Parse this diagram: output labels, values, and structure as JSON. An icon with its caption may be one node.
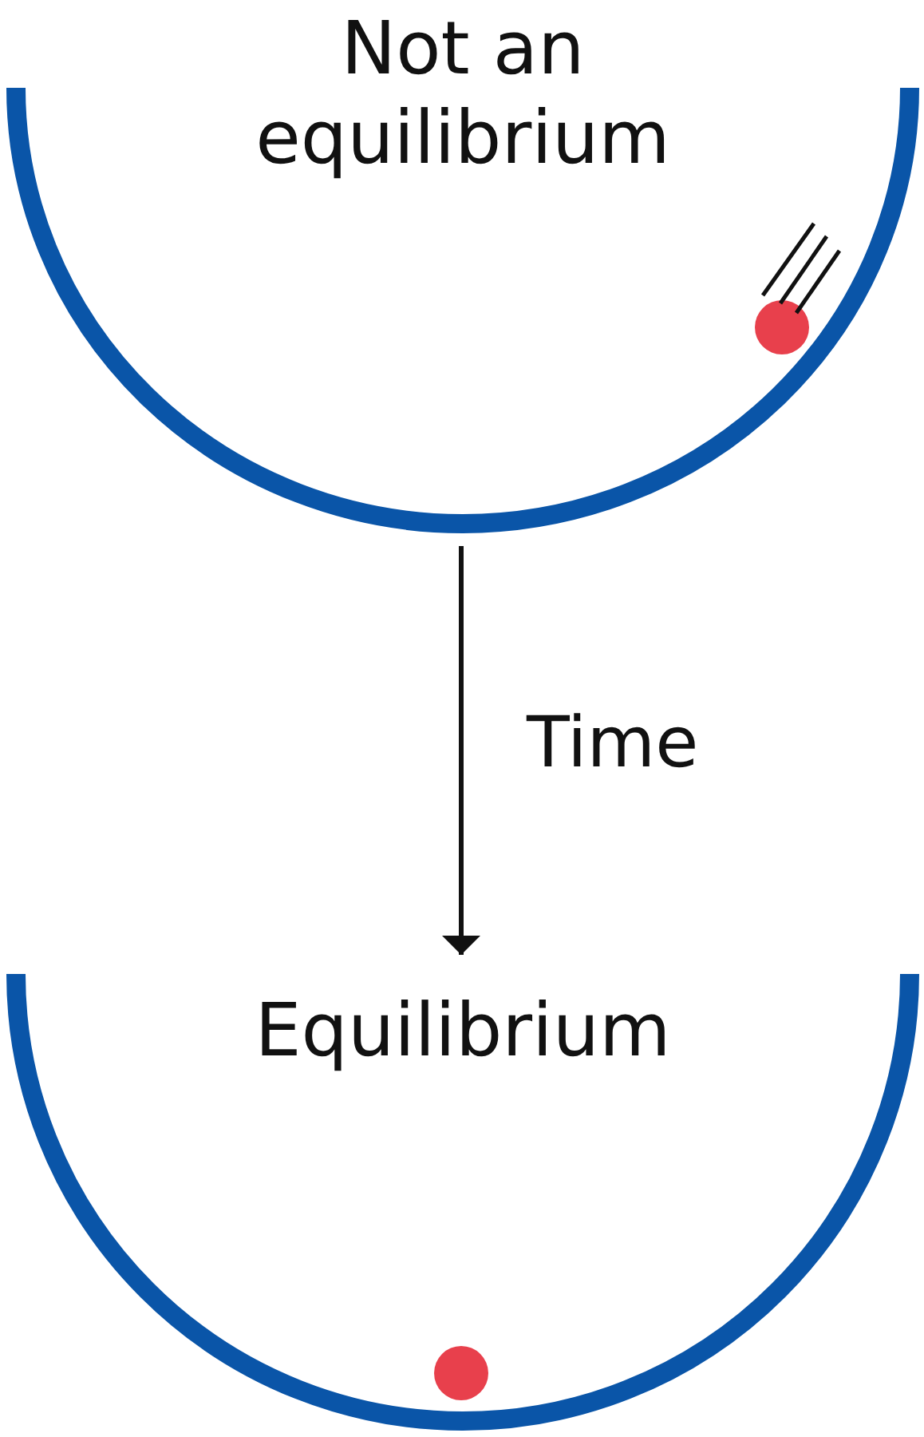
{
  "diagram": {
    "nodes": [
      {
        "text": [
          "Not an equilibrium"
        ]
      },
      {
        "text": [
          "Equilibrium"
        ]
      }
    ],
    "edges": [
      {
        "from": 0,
        "to": 1,
        "arrow": "to",
        "label": "Time"
      }
    ]
  }
}
